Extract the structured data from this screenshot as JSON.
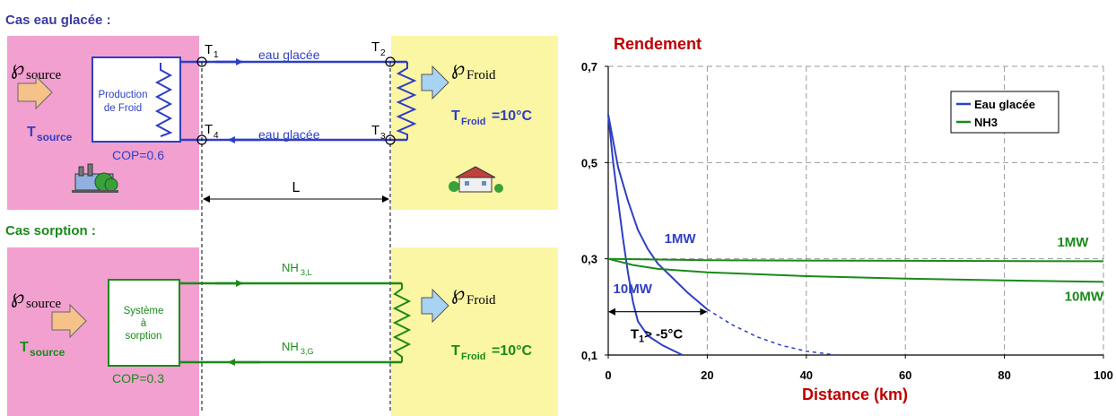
{
  "chilled": {
    "title": "Cas eau glacée :",
    "p_source": "℘",
    "source_sub": "source",
    "t_source": "T",
    "t_source_sub": "source",
    "unit_line1": "Production",
    "unit_line2": "de Froid",
    "cop": "COP=0.6",
    "t1": "T",
    "t1_sub": "1",
    "t2": "T",
    "t2_sub": "2",
    "t3": "T",
    "t3_sub": "3",
    "t4": "T",
    "t4_sub": "4",
    "pipe_top": "eau glacée",
    "pipe_bottom": "eau glacée",
    "distance": "L",
    "p_froid": "℘",
    "froid_sub": "Froid",
    "t_froid": "T",
    "t_froid_sub": "Froid",
    "t_froid_value": "=10°C"
  },
  "sorption": {
    "title": "Cas sorption :",
    "p_source": "℘",
    "source_sub": "source",
    "t_source": "T",
    "t_source_sub": "source",
    "unit_line1": "Système",
    "unit_line2": "à",
    "unit_line3": "sorption",
    "cop": "COP=0.3",
    "pipe_top": "NH",
    "pipe_top_sub": "3,L",
    "pipe_bottom": "NH",
    "pipe_bottom_sub": "3,G",
    "p_froid": "℘",
    "froid_sub": "Froid",
    "t_froid": "T",
    "t_froid_sub": "Froid",
    "t_froid_value": "=10°C"
  },
  "chart_data": {
    "type": "line",
    "title": "Rendement",
    "xlabel": "Distance (km)",
    "ylabel": "",
    "xlim": [
      0,
      100
    ],
    "ylim": [
      0.1,
      0.7
    ],
    "x_ticks": [
      "0",
      "20",
      "40",
      "60",
      "80",
      "100"
    ],
    "y_ticks": [
      "0,1",
      "0,3",
      "0,5",
      "0,7"
    ],
    "grid": true,
    "legend_position": "top-right",
    "legend": [
      {
        "name": "Eau glacée",
        "color": "#2e3fc4"
      },
      {
        "name": "NH3",
        "color": "#1a8a1a"
      }
    ],
    "series": [
      {
        "name": "Eau glacée",
        "label": "1MW",
        "color": "#2e3fc4",
        "points": [
          [
            0,
            0.6
          ],
          [
            2,
            0.49
          ],
          [
            4,
            0.42
          ],
          [
            6,
            0.36
          ],
          [
            8,
            0.32
          ],
          [
            10,
            0.29
          ],
          [
            13,
            0.26
          ],
          [
            16,
            0.23
          ],
          [
            20,
            0.195
          ]
        ],
        "extrapolated": [
          [
            20,
            0.195
          ],
          [
            25,
            0.163
          ],
          [
            30,
            0.138
          ],
          [
            35,
            0.12
          ],
          [
            40,
            0.108
          ],
          [
            46,
            0.1
          ]
        ]
      },
      {
        "name": "Eau glacée",
        "label": "10MW",
        "color": "#2e3fc4",
        "points": [
          [
            0,
            0.6
          ],
          [
            1,
            0.5
          ],
          [
            2,
            0.42
          ],
          [
            3,
            0.34
          ],
          [
            4,
            0.27
          ],
          [
            5,
            0.21
          ],
          [
            6,
            0.17
          ],
          [
            8,
            0.14
          ],
          [
            11,
            0.12
          ],
          [
            15,
            0.1
          ]
        ]
      },
      {
        "name": "NH3",
        "label": "1MW",
        "color": "#1a8a1a",
        "points": [
          [
            0,
            0.3
          ],
          [
            20,
            0.297
          ],
          [
            50,
            0.296
          ],
          [
            100,
            0.295
          ]
        ]
      },
      {
        "name": "NH3",
        "label": "10MW",
        "color": "#1a8a1a",
        "points": [
          [
            0,
            0.3
          ],
          [
            5,
            0.287
          ],
          [
            10,
            0.279
          ],
          [
            20,
            0.272
          ],
          [
            40,
            0.264
          ],
          [
            60,
            0.259
          ],
          [
            80,
            0.255
          ],
          [
            100,
            0.252
          ]
        ]
      }
    ],
    "annotations": [
      {
        "text": "1MW",
        "color": "#2e3fc4"
      },
      {
        "text": "10MW",
        "color": "#2e3fc4"
      },
      {
        "text": "1MW",
        "color": "#1a8a1a"
      },
      {
        "text": "10MW",
        "color": "#1a8a1a"
      },
      {
        "text": "T",
        "sub": "1",
        "suffix": "> -5°C",
        "range": [
          0,
          20
        ],
        "y": 0.19
      }
    ]
  }
}
